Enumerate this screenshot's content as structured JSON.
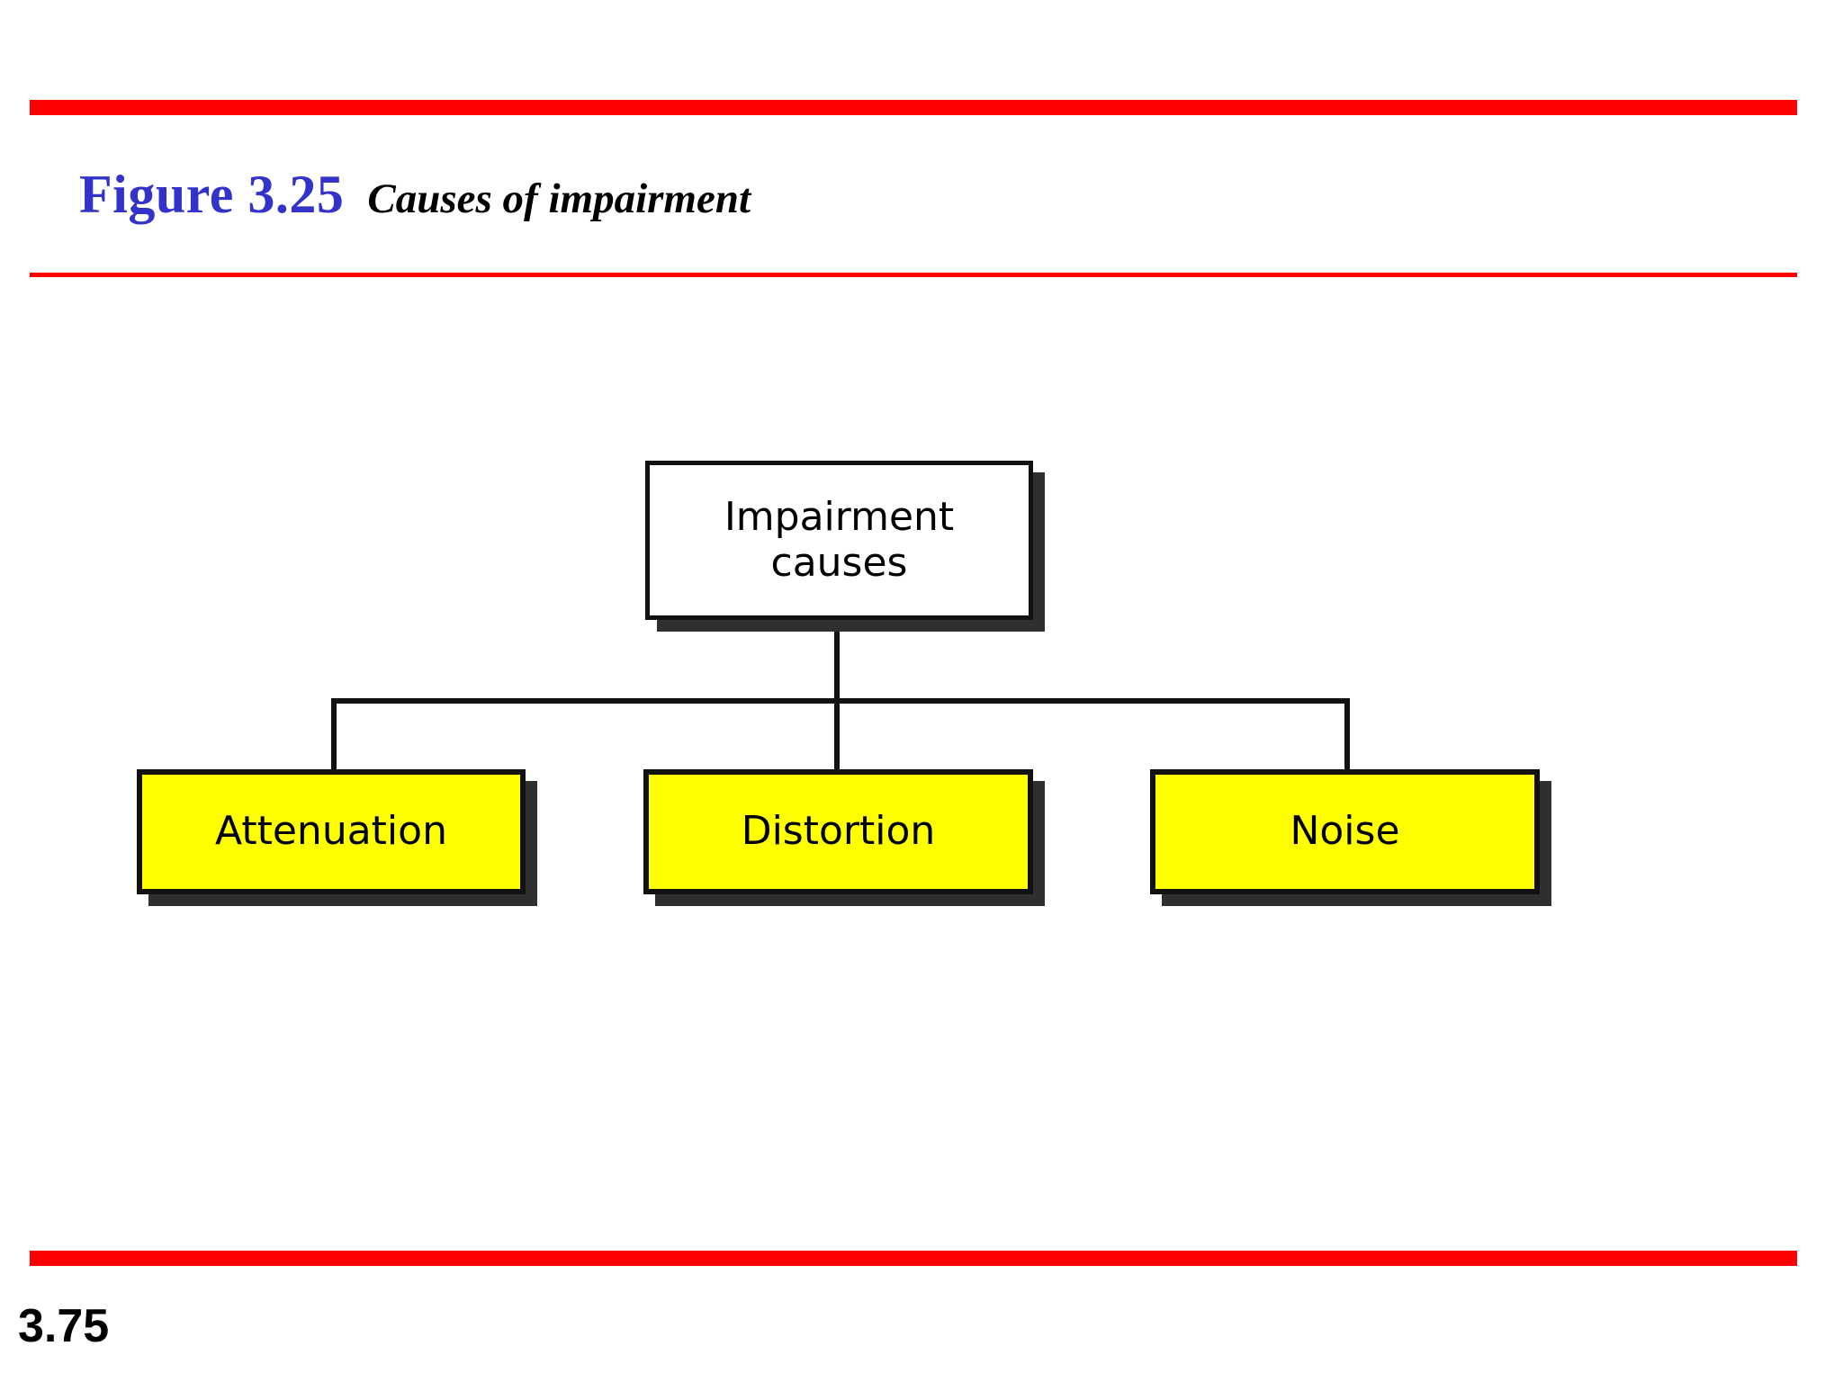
{
  "slide": {
    "background_color": "#ffffff",
    "rule_color": "#fe0000",
    "slide_number": "3.75"
  },
  "heading": {
    "figure_number": "Figure 3.25",
    "figure_number_color": "#3333cc",
    "caption": "Causes of impairment",
    "caption_color": "#000000"
  },
  "diagram": {
    "type": "tree",
    "root": {
      "label_line1": "Impairment",
      "label_line2": "causes",
      "fill_color": "#ffffff",
      "border_color": "#111111",
      "shadow_color": "#2f2f2f"
    },
    "children": [
      {
        "label": "Attenuation",
        "fill_color": "#ffff00",
        "border_color": "#111111"
      },
      {
        "label": "Distortion",
        "fill_color": "#ffff00",
        "border_color": "#111111"
      },
      {
        "label": "Noise",
        "fill_color": "#ffff00",
        "border_color": "#111111"
      }
    ],
    "connector_color": "#111111"
  }
}
